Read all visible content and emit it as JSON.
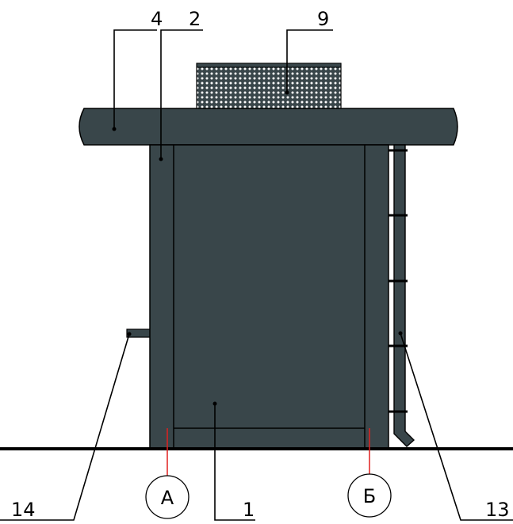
{
  "colors": {
    "body": "#39464a",
    "outline": "#000000",
    "axis_marker": "#e0201f",
    "ground": "#000000",
    "background": "#ffffff"
  },
  "callouts": {
    "c1": "1",
    "c2": "2",
    "c4": "4",
    "c9": "9",
    "c13": "13",
    "c14": "14"
  },
  "axes": {
    "a": "А",
    "b": "Б"
  }
}
